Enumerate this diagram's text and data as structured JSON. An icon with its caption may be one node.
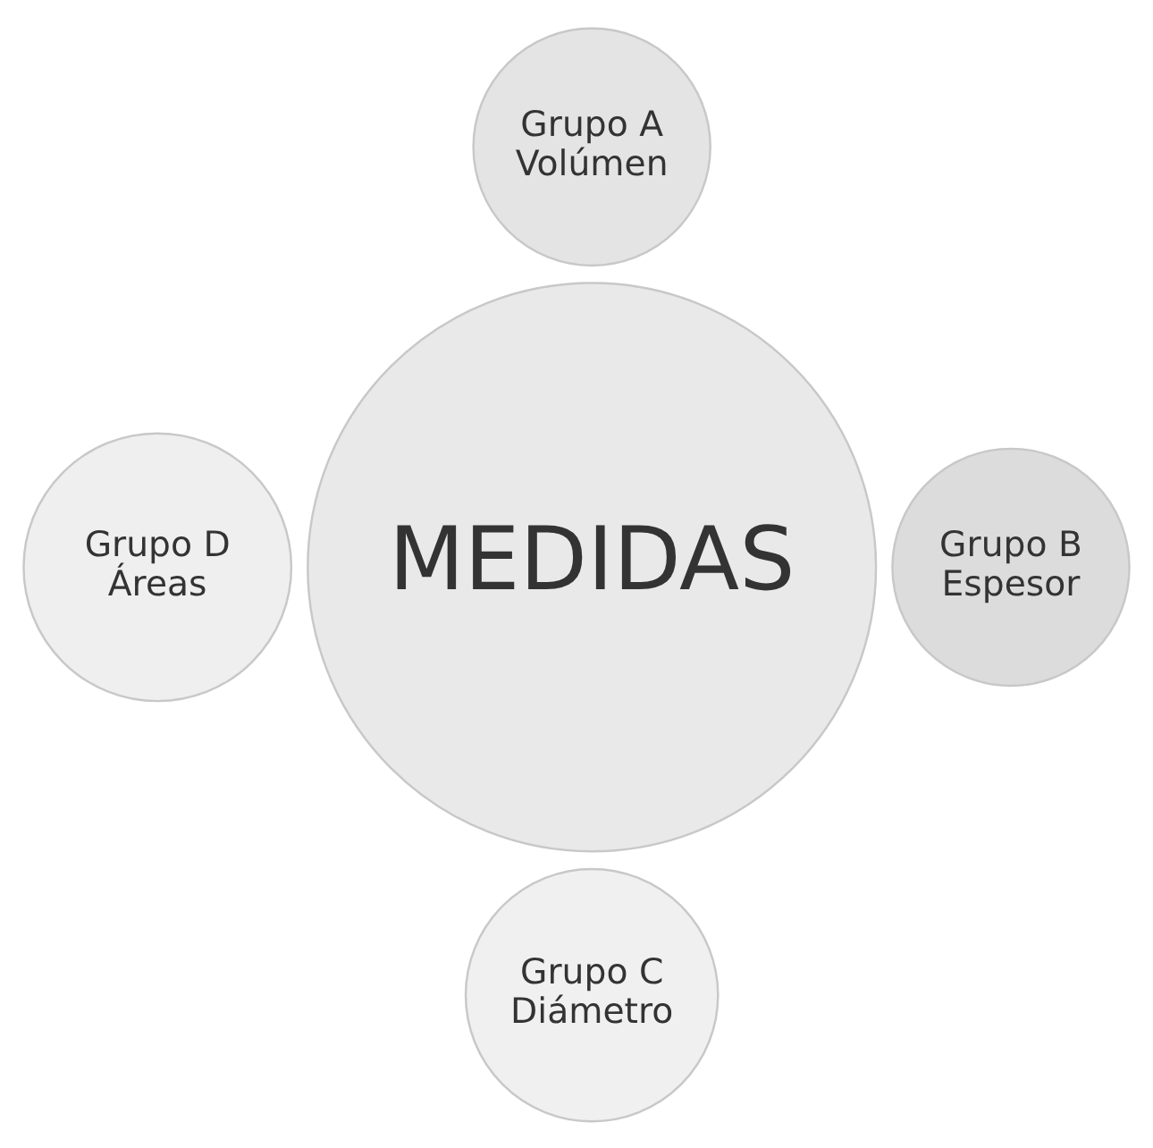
{
  "diagram": {
    "nodes": [
      {
        "text": [
          "Grupo A",
          "Volúmen"
        ]
      },
      {
        "text": [
          "Grupo D",
          "Áreas"
        ]
      },
      {
        "text": [
          "MEDIDAS"
        ]
      },
      {
        "text": [
          "Grupo B",
          "Espesor"
        ]
      },
      {
        "text": [
          "Grupo C",
          "Diámetro"
        ]
      }
    ],
    "edges": []
  }
}
